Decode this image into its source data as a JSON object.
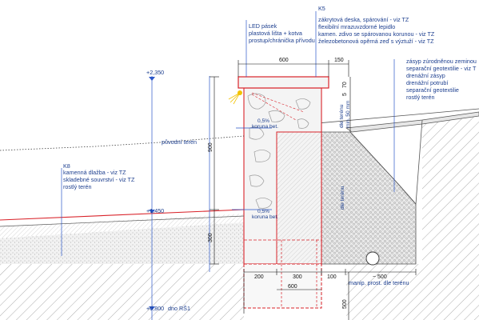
{
  "colors": {
    "wall_outline": "#d9232a",
    "annotation": "#2b57c9",
    "text": "#1d3f8f",
    "hatch": "#666666",
    "gravel": "#cfcfcf",
    "soil_fill": "#ececec"
  },
  "callouts": {
    "k5": {
      "code": "K5",
      "lines": [
        "zákrytová deska, spárování - viz TZ",
        "flexibilní mrazuvzdorné lepidlo",
        "kamen. zdivo se spárovanou korunou - viz TZ",
        "železobetonová opěrná zeď s výztuží - viz TZ"
      ]
    },
    "led": {
      "lines": [
        "LED pásek",
        "plastová lišta + kotva",
        "prostup/chránička přívodu"
      ]
    },
    "k8": {
      "code": "K8",
      "lines": [
        "kamenná dlažba - viz TZ",
        "skladebné souvrství - viz TZ",
        "rostlý terén"
      ]
    },
    "backfill": {
      "lines": [
        "zásyp zúrodněnou zeminou",
        "separační geotextilie - viz T",
        "drenážní zásyp",
        "drenážní potrubí",
        "separační geotextilie",
        "rostlý terén"
      ]
    }
  },
  "levels": {
    "top": "+2,350",
    "terrain": "+1,450",
    "bottom": "+0,800",
    "bottom_note": "dno RŠ1"
  },
  "labels": {
    "original_terrain": "původní terén",
    "slope_top": "0,5%",
    "crown_top": "koruna bet.",
    "slope_low": "0,5%",
    "crown_low": "koruna bet.",
    "by_terrain_1": "dle terénu",
    "min_50": "min. 50 mm",
    "by_terrain_2": "dle terénu",
    "manip": "manip. prost. dle terénu"
  },
  "dimensions": {
    "top_width": "600",
    "top_overhang": "150",
    "cap_height": "70",
    "cap_gap": "5",
    "wall_height": "900",
    "footing_height": "300",
    "bottom_200_left": "200",
    "bottom_300": "300",
    "bottom_100": "100",
    "bottom_500": "~ 500",
    "footing_width": "600",
    "footing_depth": "500"
  }
}
